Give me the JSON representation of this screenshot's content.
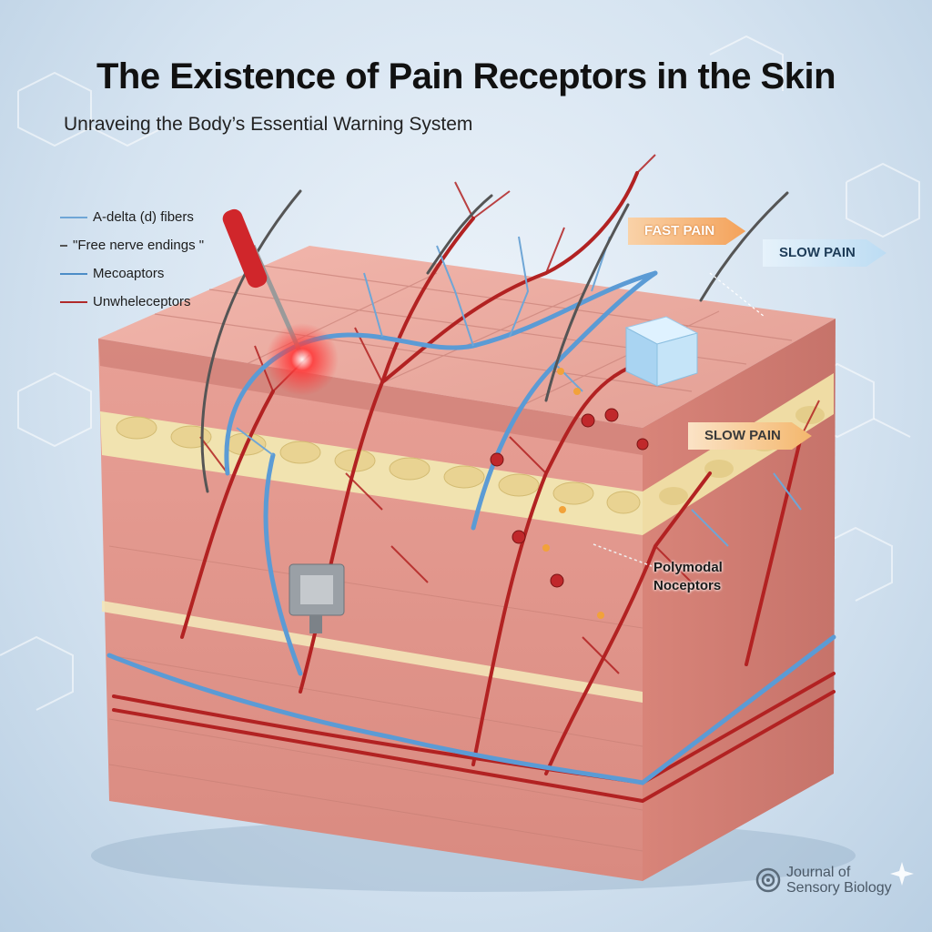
{
  "header": {
    "title": "The Existence of Pain Receptors in the Skin",
    "subtitle": "Unraveing the Body’s Essential Warning System"
  },
  "legend": {
    "items": [
      {
        "label": "A-delta (d) fibers",
        "color": "#6fa6d6"
      },
      {
        "label": "\"Free nerve endings \"",
        "color": "#555555"
      },
      {
        "label": "Mecoaptors",
        "color": "#4c8cc7"
      },
      {
        "label": "Unwheleceptors",
        "color": "#b02a2a"
      }
    ]
  },
  "callouts": {
    "fast_pain": "FAST PAIN",
    "slow_pain_top": "SLOW PAIN",
    "slow_pain_mid": "SLOW PAIN",
    "polymodal_line1": "Polymodal",
    "polymodal_line2": "Noceptors"
  },
  "branding": {
    "journal_line1": "Journal of",
    "journal_line2": "Sensory Biology"
  },
  "colors": {
    "artery": "#b22222",
    "nerve": "#5b9bd5",
    "epidermis": "#e8a39a",
    "fat": "#f1e3b0",
    "dermis": "#e2958c"
  },
  "icons": [
    "needle-icon",
    "ice-cube-icon",
    "pin-probe-icon",
    "clamp-device-icon",
    "journal-logo-icon"
  ]
}
